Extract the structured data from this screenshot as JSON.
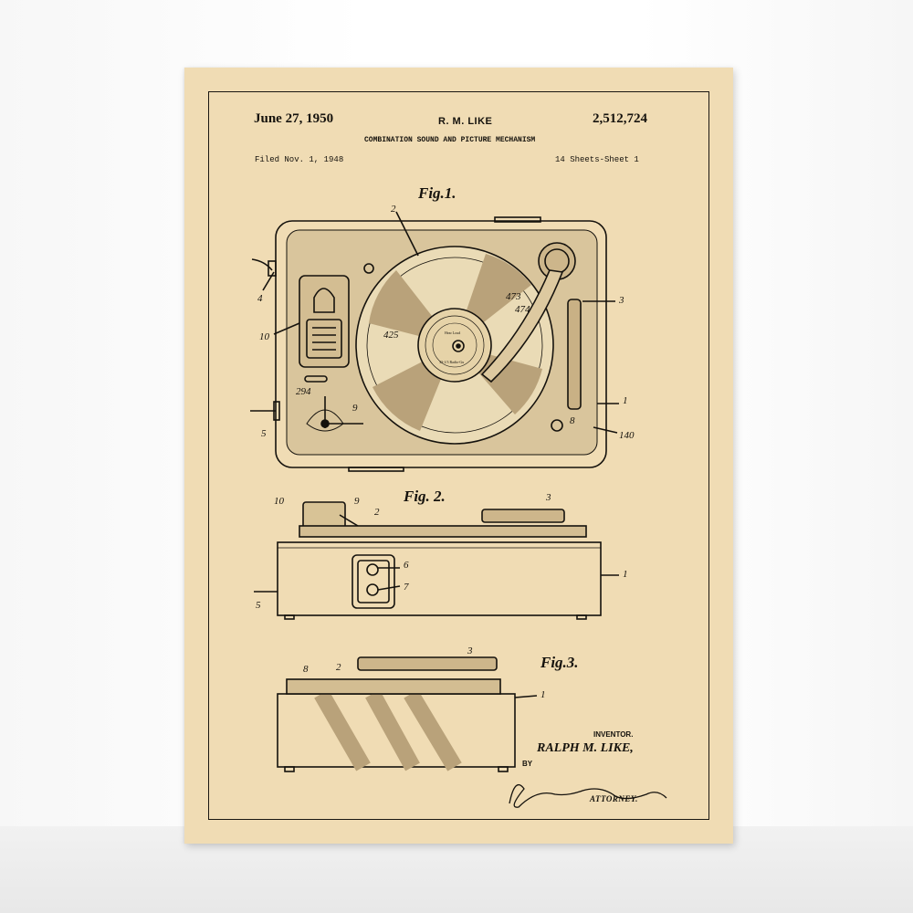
{
  "header": {
    "date": "June 27, 1950",
    "inventor_short": "R. M. LIKE",
    "patent_number": "2,512,724",
    "title": "COMBINATION SOUND AND PICTURE MECHANISM",
    "filed": "Filed Nov. 1, 1948",
    "sheets": "14 Sheets-Sheet 1"
  },
  "figures": {
    "fig1": "Fig.1.",
    "fig2": "Fig. 2.",
    "fig3": "Fig.3."
  },
  "fig1_labels": [
    "2",
    "4",
    "10",
    "3",
    "473",
    "474",
    "425",
    "294",
    "9",
    "1",
    "5",
    "8",
    "140"
  ],
  "fig1_record_label": [
    "Hear Loud",
    "33-1/3 Radio-Gu"
  ],
  "fig2_labels": [
    "10",
    "9",
    "2",
    "3",
    "6",
    "7",
    "1",
    "5"
  ],
  "fig3_labels": [
    "8",
    "2",
    "3",
    "1"
  ],
  "signature": {
    "inventor_label": "INVENTOR.",
    "inventor_name": "RALPH M. LIKE,",
    "by": "BY",
    "attorney": "ATTORNEY."
  },
  "colors": {
    "paper": "#f0dcb4",
    "ink": "#15120d",
    "wall": "#ffffff"
  }
}
